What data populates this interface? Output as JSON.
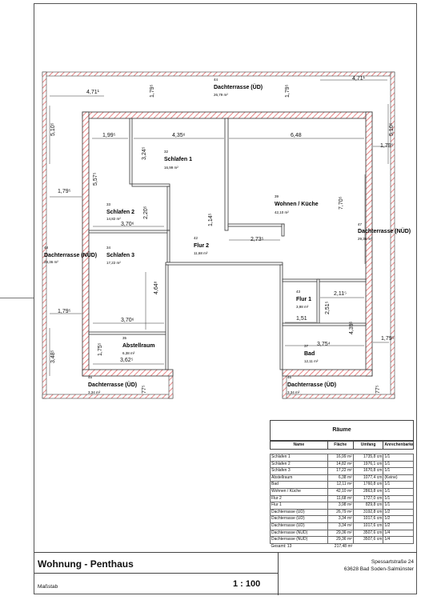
{
  "colors": {
    "wall_hatch": "#e46a6a",
    "wall_fill": "#ffffff",
    "line": "#222222"
  },
  "rooms": [
    {
      "id": "r32",
      "number": "32",
      "name": "Schlafen 1",
      "area": "16,99 m²"
    },
    {
      "id": "r33",
      "number": "33",
      "name": "Schlafen 2",
      "area": "14,82 m²"
    },
    {
      "id": "r34",
      "number": "34",
      "name": "Schlafen 3",
      "area": "17,22 m²"
    },
    {
      "id": "r35",
      "number": "35",
      "name": "Abstellraum",
      "area": "6,38 m²"
    },
    {
      "id": "r37",
      "number": "37",
      "name": "Bad",
      "area": "12,11 m²"
    },
    {
      "id": "r39",
      "number": "39",
      "name": "Wohnen / Küche",
      "area": "42,10 m²"
    },
    {
      "id": "r42",
      "number": "42",
      "name": "Flur 2",
      "area": "11,68 m²"
    },
    {
      "id": "r43",
      "number": "43",
      "name": "Flur 1",
      "area": "3,98 m²"
    },
    {
      "id": "r44",
      "number": "44",
      "name": "Dachterrasse (ÜD)",
      "area": "26,79 m²"
    },
    {
      "id": "r45",
      "number": "45",
      "name": "Dachterrasse (ÜD)",
      "area": "3,34 m²"
    },
    {
      "id": "r46",
      "number": "46",
      "name": "Dachterrasse (ÜD)",
      "area": "3,34 m²"
    },
    {
      "id": "r47",
      "number": "47",
      "name": "Dachterrasse (NÜD)",
      "area": "29,36 m²"
    },
    {
      "id": "r48",
      "number": "48",
      "name": "Dachterrasse (NÜD)",
      "area": "29,36 m²"
    }
  ],
  "dimensions": [
    {
      "id": "d1",
      "text": "4,71¹"
    },
    {
      "id": "d2",
      "text": "1,79⁵"
    },
    {
      "id": "d3",
      "text": "1,79⁵"
    },
    {
      "id": "d4",
      "text": "4,71¹"
    },
    {
      "id": "d5",
      "text": "5,10⁵"
    },
    {
      "id": "d6",
      "text": "5,10⁵"
    },
    {
      "id": "d7",
      "text": "1,99⁵"
    },
    {
      "id": "d8",
      "text": "4,35⁶"
    },
    {
      "id": "d9",
      "text": "6,48"
    },
    {
      "id": "d10",
      "text": "1,79⁵"
    },
    {
      "id": "d11",
      "text": "3,24⁵"
    },
    {
      "id": "d12",
      "text": "5,57⁵"
    },
    {
      "id": "d13",
      "text": "1,79⁵"
    },
    {
      "id": "d14",
      "text": "2,20⁵"
    },
    {
      "id": "d15",
      "text": "3,70⁶"
    },
    {
      "id": "d16",
      "text": "7,70⁵"
    },
    {
      "id": "d17",
      "text": "1,14⁵"
    },
    {
      "id": "d18",
      "text": "2,73⁵"
    },
    {
      "id": "d19",
      "text": "4,64⁸"
    },
    {
      "id": "d20",
      "text": "1,79⁵"
    },
    {
      "id": "d21",
      "text": "2,11⁵"
    },
    {
      "id": "d22",
      "text": "2,51⁵"
    },
    {
      "id": "d23",
      "text": "1,51"
    },
    {
      "id": "d24",
      "text": "3,70⁶"
    },
    {
      "id": "d25",
      "text": "4,39⁵"
    },
    {
      "id": "d26",
      "text": "3,75⁴"
    },
    {
      "id": "d27",
      "text": "1,79⁵"
    },
    {
      "id": "d28",
      "text": "1,75⁵"
    },
    {
      "id": "d29",
      "text": "3,62⁵"
    },
    {
      "id": "d30",
      "text": "3,48⁵"
    },
    {
      "id": "d31",
      "text": "77⁵"
    },
    {
      "id": "d32",
      "text": "77⁵"
    }
  ],
  "room_table": {
    "title": "Räume",
    "headers": [
      "Name",
      "Fläche",
      "Umfang",
      "Anrechenbarkeit"
    ],
    "rows": [
      [
        "Schlafen 1",
        "16,99 m²",
        "1735,8 cm",
        "1/1"
      ],
      [
        "Schlafen 2",
        "14,82 m²",
        "1976,1 cm",
        "1/1"
      ],
      [
        "Schlafen 3",
        "17,22 m²",
        "1670,8 cm",
        "1/1"
      ],
      [
        "Abstellraum",
        "6,38 m²",
        "1077,4 cm",
        "(Keine)"
      ],
      [
        "Bad",
        "12,11 m²",
        "1760,8 cm",
        "1/1"
      ],
      [
        "Wohnen / Küche",
        "42,10 m²",
        "2863,8 cm",
        "1/1"
      ],
      [
        "Flur 2",
        "11,68 m²",
        "1727,0 cm",
        "1/1"
      ],
      [
        "Flur 1",
        "3,98 m²",
        "829,8 cm",
        "1/1"
      ],
      [
        "Dachterrasse (ÜD)",
        "26,79 m²",
        "3192,8 cm",
        "1/2"
      ],
      [
        "Dachterrasse (ÜD)",
        "3,34 m²",
        "1017,6 cm",
        "1/2"
      ],
      [
        "Dachterrasse (ÜD)",
        "3,34 m²",
        "1017,6 cm",
        "1/2"
      ],
      [
        "Dachterrasse (NÜD)",
        "29,36 m²",
        "3507,6 cm",
        "1/4"
      ],
      [
        "Dachterrasse (NÜD)",
        "29,36 m²",
        "3507,6 cm",
        "1/4"
      ]
    ],
    "total_label": "Gesamt: 13",
    "total_area": "217,48 m²"
  },
  "title_block": {
    "title": "Wohnung - Penthaus",
    "scale_label": "Maßstab",
    "scale_value": "1 : 100",
    "address_line1": "Spessartstraße 24",
    "address_line2": "63628 Bad Soden-Salmünster"
  }
}
